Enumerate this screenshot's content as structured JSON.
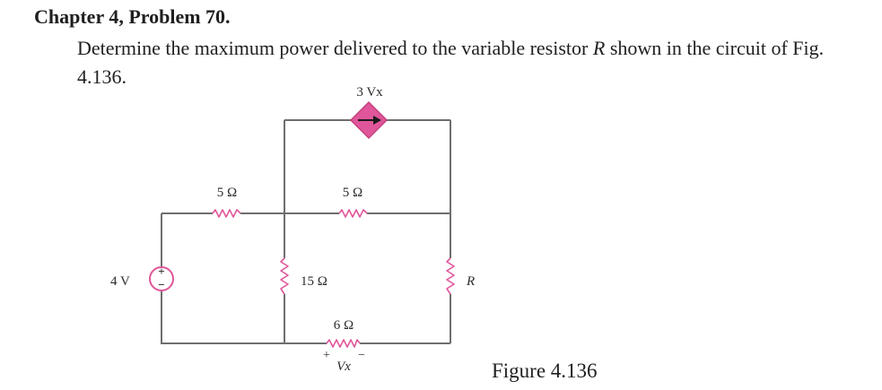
{
  "header": {
    "chapter_title": "Chapter 4, Problem 70.",
    "statement_before": "Determine the maximum power delivered to the variable resistor ",
    "statement_var": "R",
    "statement_after": " shown in the circuit of Fig. 4.136."
  },
  "circuit": {
    "source_voltage_label": "4 V",
    "source_plus": "+",
    "source_minus": "−",
    "r1_label": "5 Ω",
    "r2_label": "5 Ω",
    "r3_label": "15 Ω",
    "r4_label": "6 Ω",
    "r_load_label": "R",
    "dependent_source_label": "3 Vx",
    "vx_label": "Vx",
    "vx_plus": "+",
    "vx_minus": "−",
    "colors": {
      "wire": "#6e6e6e",
      "resistor": "#e0569a",
      "dependent_source": "#e0569a"
    }
  },
  "figure": {
    "caption": "Figure 4.136"
  }
}
